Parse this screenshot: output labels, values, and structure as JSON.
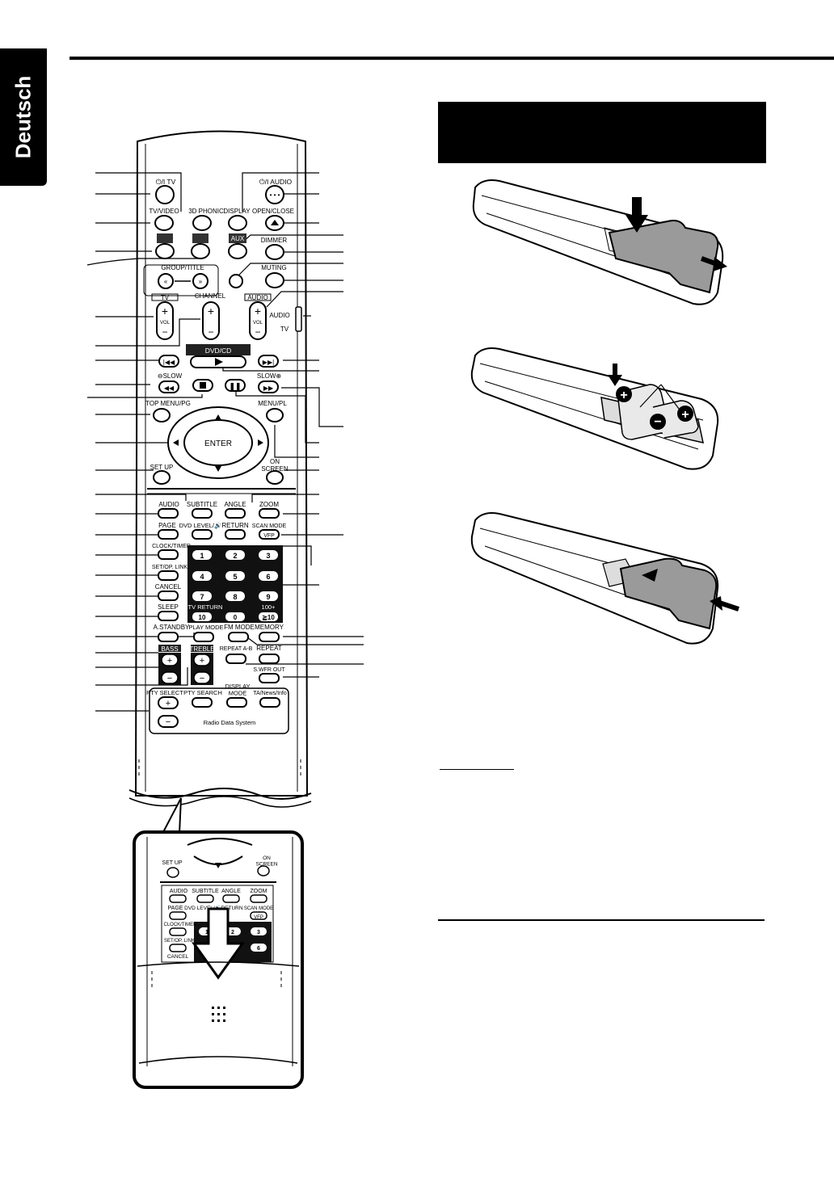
{
  "sidebar": {
    "language": "Deutsch"
  },
  "remote": {
    "top": {
      "power_tv": "⏻/I TV",
      "phonic": "3D PHONIC",
      "power_audio": "⏻/I AUDIO",
      "tv_video": "TV/VIDEO",
      "display": "DISPLAY",
      "open_close": "OPEN/CLOSE",
      "aux": "AUX",
      "dimmer": "DIMMER",
      "muting": "MUTING",
      "group_title": "GROUP/TITLE",
      "tv": "TV",
      "channel": "CHANNEL",
      "audio": "AUDIO",
      "vol": "VOL",
      "switch_audio": "AUDIO",
      "switch_tv": "TV"
    },
    "transport": {
      "dvd_cd": "DVD/CD",
      "slow_minus": "⊖SLOW",
      "slow_plus": "SLOW⊕",
      "top_menu": "TOP MENU/PG",
      "menu_pl": "MENU/PL",
      "enter": "ENTER",
      "set_up": "SET UP",
      "on_screen": "ON\nSCREEN"
    },
    "lower": {
      "audio": "AUDIO",
      "subtitle": "SUBTITLE",
      "angle": "ANGLE",
      "zoom": "ZOOM",
      "page": "PAGE",
      "dvd_level": "DVD LEVEL/🔊",
      "return": "RETURN",
      "scan_mode": "SCAN MODE",
      "vfp": "VFP",
      "clock_timer": "CLOCK/TIMER",
      "set_op_link": "SET/OP. LINK",
      "cancel": "CANCEL",
      "sleep": "SLEEP",
      "a_standby": "A.STANDBY",
      "play_mode": "PLAY MODE",
      "fm_mode": "FM MODE",
      "memory": "MEMORY",
      "bass": "BASS",
      "treble": "TREBLE",
      "repeat_ab": "REPEAT A-B",
      "repeat": "REPEAT",
      "swfr_out": "S.WFR OUT",
      "tv_return": "TV RETURN",
      "plus100": "100+",
      "digits": [
        "1",
        "2",
        "3",
        "4",
        "5",
        "6",
        "7",
        "8",
        "9",
        "10",
        "0",
        "≧10"
      ]
    },
    "rds": {
      "pty_select": "PTY SELECT",
      "pty_search": "PTY SEARCH",
      "display_mode": "DISPLAY\nMODE",
      "ta_news_info": "TA/News/Info",
      "label": "Radio Data System"
    },
    "inset": {
      "set_up": "SET UP",
      "on_screen": "ON\nSCREEN",
      "audio": "AUDIO",
      "subtitle": "SUBTITLE",
      "angle": "ANGLE",
      "zoom": "ZOOM",
      "page": "PAGE",
      "dvd_level": "DVD LEVEL/🔊",
      "return": "RETURN",
      "scan_mode": "SCAN MODE",
      "vfp": "VFP",
      "clock_timer": "CLOCK/TIMER",
      "set_op_link": "SET/OP. LINK",
      "cancel": "CANCEL",
      "digits": [
        "1",
        "2",
        "3",
        "6"
      ]
    }
  }
}
